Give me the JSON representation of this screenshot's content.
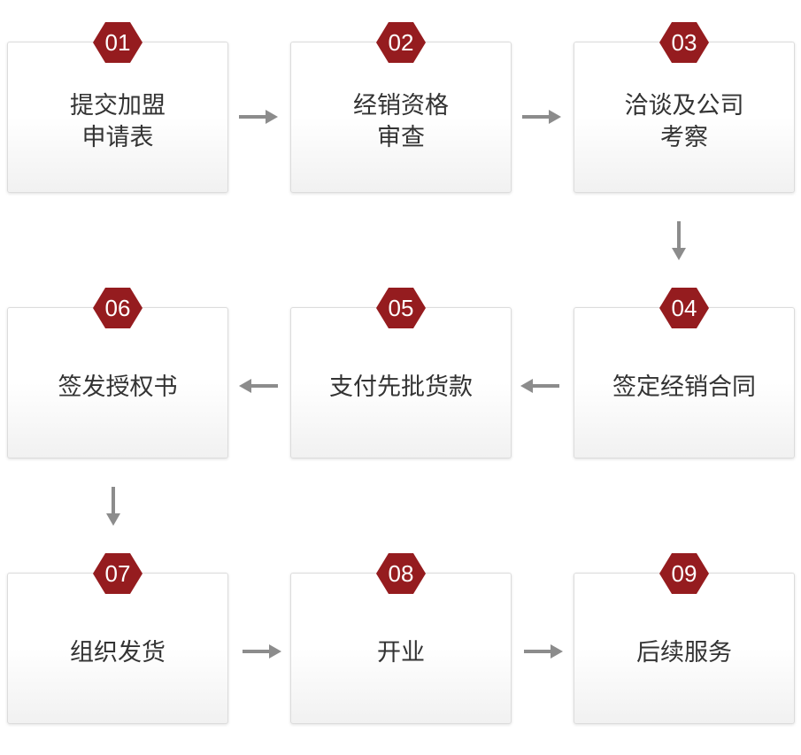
{
  "steps": [
    {
      "num": "01",
      "label": "提交加盟申请表"
    },
    {
      "num": "02",
      "label": "经销资格审查"
    },
    {
      "num": "03",
      "label": "洽谈及公司考察"
    },
    {
      "num": "04",
      "label": "签定经销合同"
    },
    {
      "num": "05",
      "label": "支付先批货款"
    },
    {
      "num": "06",
      "label": "签发授权书"
    },
    {
      "num": "07",
      "label": "组织发货"
    },
    {
      "num": "08",
      "label": "开业"
    },
    {
      "num": "09",
      "label": "后续服务"
    }
  ],
  "colors": {
    "badge": "#951c1f",
    "arrow": "#8c8c8c"
  }
}
